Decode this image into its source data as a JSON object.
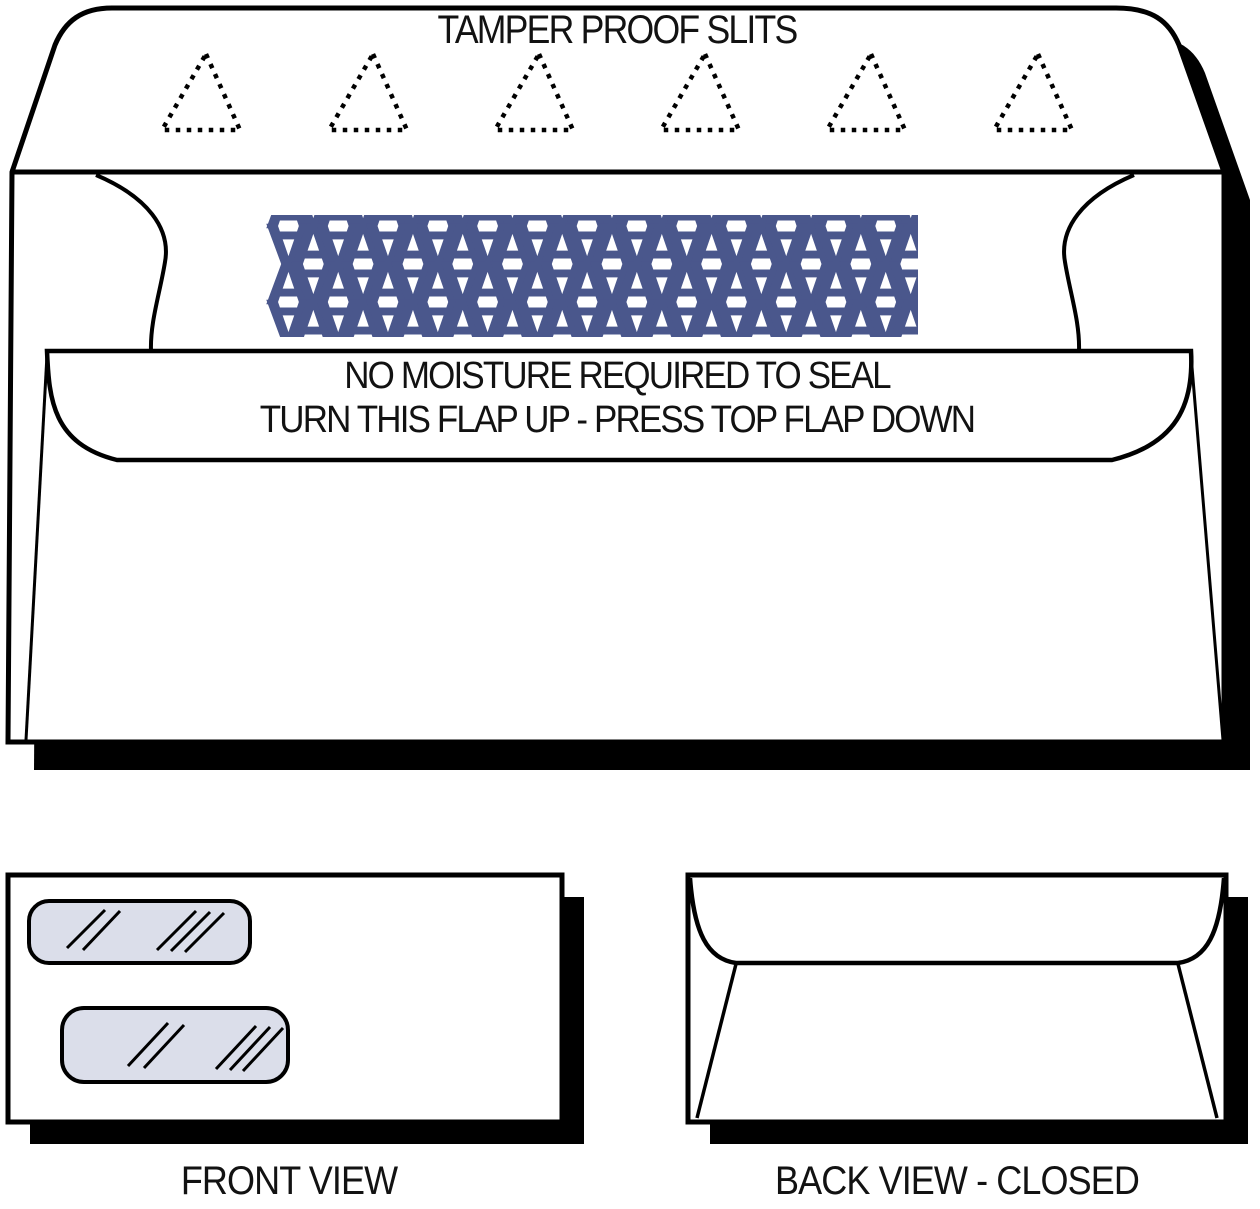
{
  "colors": {
    "ink": "#000000",
    "pattern_blue": "#4A578C",
    "window_tint": "#DBDEEA",
    "paper": "#FFFFFF"
  },
  "top_view": {
    "title": "TAMPER PROOF SLITS",
    "tamper_slit_count": 6,
    "flap_instruction_line1": "NO MOISTURE REQUIRED TO SEAL",
    "flap_instruction_line2": "TURN THIS FLAP UP - PRESS TOP FLAP DOWN",
    "security_pattern_row_a": "A∀A∀A∀A∀A∀A∀A∀A∀A∀A∀A∀A∀A∀A∀A∀A∀A∀A∀A∀A∀A∀A∀A∀A∀",
    "security_pattern_row_b": "∀A∀A∀A∀A∀A∀A∀A∀A∀A∀A∀A∀A∀A∀A∀A∀A∀A∀A∀A∀A∀A∀A∀A∀A"
  },
  "bottom_views": {
    "front_label": "FRONT VIEW",
    "back_label": "BACK VIEW - CLOSED",
    "front_window_count": 2
  }
}
